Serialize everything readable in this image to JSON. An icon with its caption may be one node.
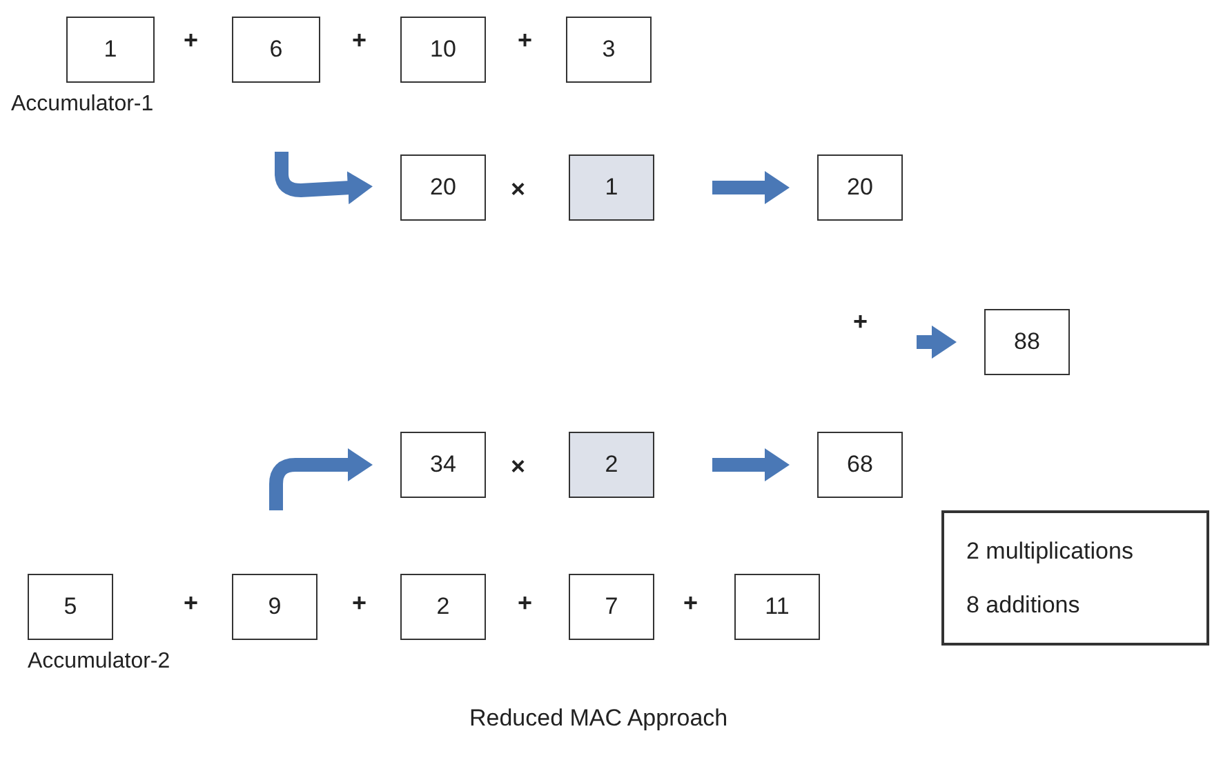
{
  "diagram": {
    "caption": "Reduced MAC Approach",
    "nodes": [
      {
        "text": [
          "1"
        ],
        "beside": [
          "Accumulator-1"
        ]
      },
      {
        "text": [
          "6"
        ]
      },
      {
        "text": [
          "10"
        ]
      },
      {
        "text": [
          "3"
        ]
      },
      {
        "text": [
          "20"
        ]
      },
      {
        "text": [
          "1"
        ]
      },
      {
        "text": [
          "20"
        ]
      },
      {
        "text": [
          "88"
        ]
      },
      {
        "text": [
          "34"
        ]
      },
      {
        "text": [
          "2"
        ]
      },
      {
        "text": [
          "68"
        ]
      },
      {
        "text": [
          "2 multiplications",
          "8 additions"
        ]
      },
      {
        "text": [
          "5"
        ],
        "beside": [
          "Accumulator-2"
        ]
      },
      {
        "text": [
          "9"
        ]
      },
      {
        "text": [
          "2"
        ]
      },
      {
        "text": [
          "7"
        ]
      },
      {
        "text": [
          "11"
        ]
      }
    ],
    "edges": [
      {
        "from": null,
        "to": 4,
        "arrow": "to"
      },
      {
        "from": 5,
        "to": 6,
        "arrow": "to"
      },
      {
        "from": null,
        "to": 7,
        "arrow": "to"
      },
      {
        "from": null,
        "to": 8,
        "arrow": "to"
      },
      {
        "from": 9,
        "to": 10,
        "arrow": "to"
      }
    ],
    "labels": [
      "+",
      "+",
      "+",
      "×",
      "+",
      "×",
      "+",
      "+",
      "+",
      "+"
    ]
  }
}
